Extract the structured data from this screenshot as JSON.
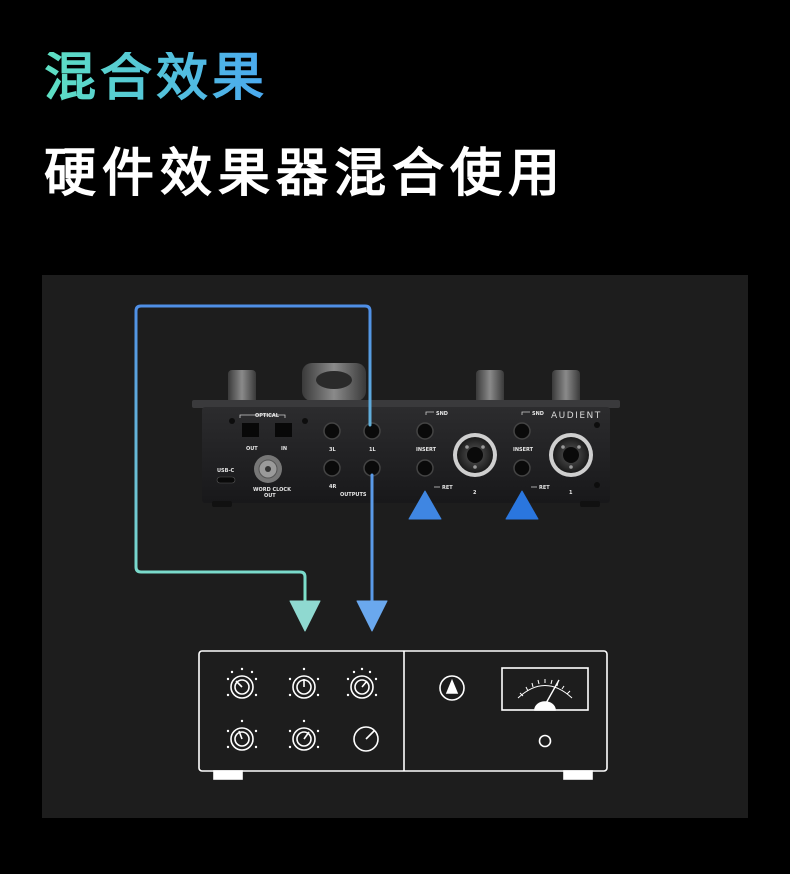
{
  "header": {
    "title": "混合效果",
    "subtitle": "硬件效果器混合使用"
  },
  "device": {
    "brand": "AUDIENT",
    "labels": {
      "optical": "OPTICAL",
      "out": "OUT",
      "in": "IN",
      "usbc": "USB-C",
      "word_clock": "WORD CLOCK",
      "word_clock_out": "OUT",
      "ch3l": "3L",
      "ch1l": "1L",
      "ch4r": "4R",
      "outputs": "OUTPUTS",
      "snd_left": "SND",
      "insert_left": "INSERT",
      "ret_left": "RET",
      "input2": "2",
      "snd_right": "SND",
      "insert_right": "INSERT",
      "ret_right": "RET",
      "input1": "1"
    }
  },
  "colors": {
    "background": "#000000",
    "panel": "#1d1d1d",
    "title_gradient_start": "#5ee0c2",
    "title_gradient_end": "#4aa8f0",
    "arrow_green": "#7fe3c8",
    "arrow_blue": "#4a90e8",
    "arrow_blue_dark": "#2a6fd6",
    "outline": "#ffffff"
  }
}
